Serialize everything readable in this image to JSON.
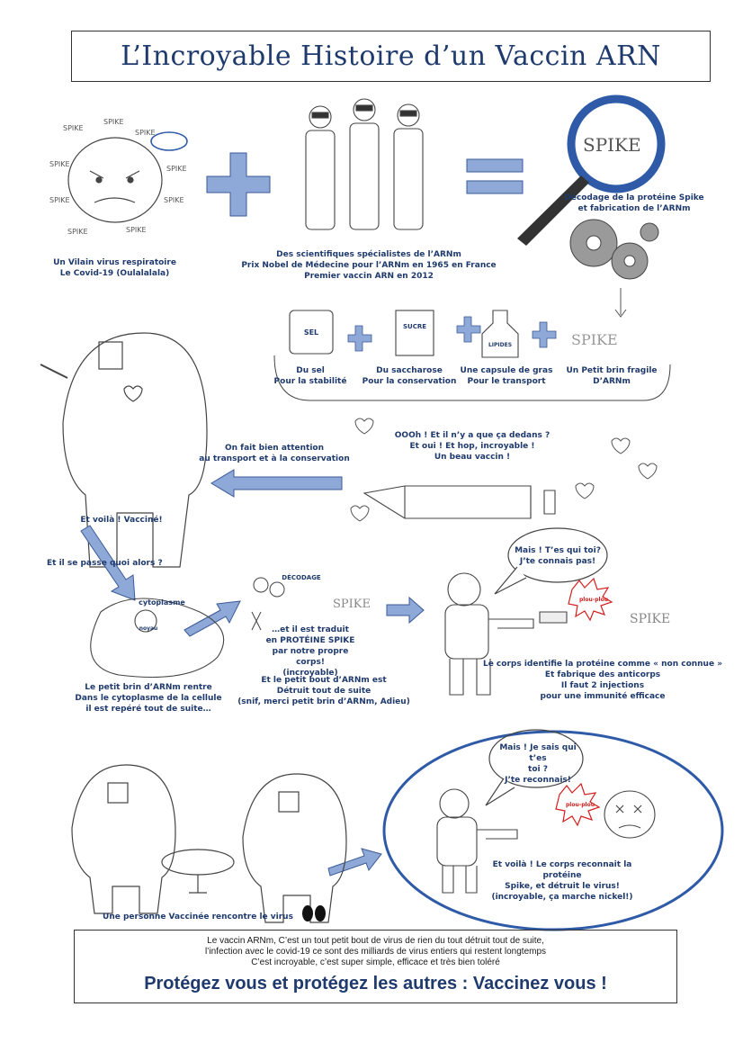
{
  "title": "L’Incroyable Histoire d’un Vaccin ARN",
  "virus_caption": [
    "Un Vilain virus respiratoire",
    "Le Covid-19 (Oulalalala)"
  ],
  "scientists_caption": [
    "Des scientifiques spécialistes de l’ARNm",
    "Prix Nobel de Médecine pour l’ARNm en 1965 en France",
    "Premier vaccin ARN en 2012"
  ],
  "decoding_caption": [
    "Décodage de la protéine Spike",
    "et fabrication de l’ARNm"
  ],
  "ingredients": [
    {
      "label": "Du sel",
      "detail": "Pour la stabilité",
      "jar": "SEL"
    },
    {
      "label": "Du saccharose",
      "detail": "Pour la conservation",
      "jar": "SUCRE"
    },
    {
      "label": "Une capsule de gras",
      "detail": "Pour le transport",
      "jar": "LIPIDES"
    },
    {
      "label": "Un Petit brin fragile",
      "detail": "D’ARNm",
      "jar": ""
    }
  ],
  "syringe_caption": [
    "OOOh ! Et il n’y a que ça dedans ?",
    "Et oui ! Et hop, incroyable !",
    "Un beau vaccin !"
  ],
  "transport_caption": [
    "On fait bien attention",
    "au transport et à la conservation"
  ],
  "vaccinated": "Et voilà ! Vacciné!",
  "what_happens": "Et il se passe quoi alors ?",
  "cell_labels": {
    "cytoplasm": "cytoplasme",
    "nucleus": "noyau"
  },
  "cell_caption": [
    "Le petit brin d’ARNm rentre",
    "Dans le cytoplasme de la cellule",
    "il est repéré tout de suite…"
  ],
  "decoder_word": "DÉCODAGE",
  "translation_caption": [
    "…et il est traduit",
    "en PROTÉINE SPIKE",
    "par notre propre corps!",
    "(incroyable)"
  ],
  "destroyed_caption": [
    "Et le petit bout d’ARNm est",
    "Détruit tout de suite",
    "(snif, merci petit brin d’ARNm, Adieu)"
  ],
  "bubble1": [
    "Mais ! T’es qui toi?",
    "J’te connais pas!"
  ],
  "plop": "plou-plou",
  "immune_caption": [
    "Le corps identifie la protéine comme « non connue »",
    "Et fabrique des anticorps",
    "Il faut 2 injections",
    "pour une immunité efficace"
  ],
  "encounter_caption": "Une personne Vaccinée rencontre le virus",
  "bubble2": [
    "Mais ! Je sais qui t’es",
    "toi ?",
    "J’te reconnais!"
  ],
  "final_caption": [
    "Et voilà ! Le corps reconnait la protéine",
    "Spike, et détruit le virus!",
    "(incroyable, ça marche nickel!)"
  ],
  "spike_word": "SPIKE",
  "footer": {
    "lines": [
      "Le vaccin ARNm, C’est un tout petit bout de virus de rien du tout détruit tout de suite,",
      "l’infection avec le covid-19 ce sont des milliards  de virus entiers qui restent longtemps",
      "C’est incroyable, c’est super simple, efficace et très bien toléré"
    ],
    "cta": "Protégez vous et protégez les autres : Vaccinez vous !"
  },
  "colors": {
    "accent": "#1f3a6d",
    "arrow": "#8ea9d8",
    "arrow_stroke": "#3b5a96",
    "magnifier": "#2e5aa8",
    "red": "#d21e1e"
  }
}
